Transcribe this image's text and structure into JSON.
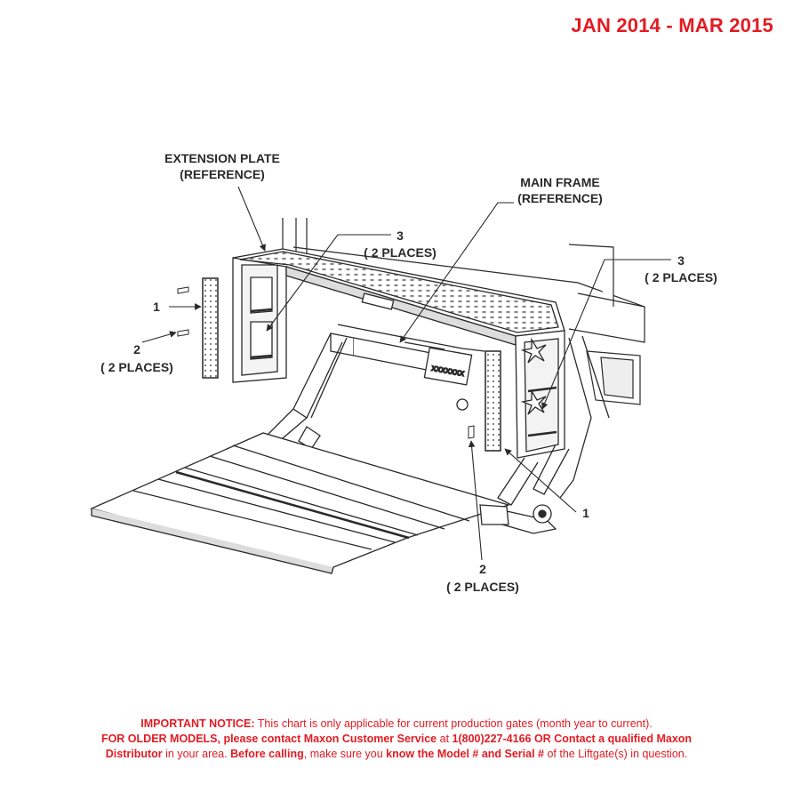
{
  "header": {
    "date_range": "JAN 2014 - MAR 2015"
  },
  "callouts": {
    "extension_plate": [
      "EXTENSION PLATE",
      "(REFERENCE)"
    ],
    "main_frame": [
      "MAIN FRAME",
      "(REFERENCE)"
    ],
    "item3_top": [
      "3",
      "( 2 PLACES)"
    ],
    "item3_right": [
      "3",
      "( 2 PLACES)"
    ],
    "item1_left": "1",
    "item2_left": [
      "2",
      "( 2 PLACES)"
    ],
    "item1_right": "1",
    "item2_bottom": [
      "2",
      "( 2 PLACES)"
    ]
  },
  "plate_label": "XXXXXXX",
  "notice": {
    "line1_bold": "IMPORTANT NOTICE:",
    "line1_rest": " This chart is only applicable for current production gates (month year to current).",
    "line2_bold_a": "FOR OLDER MODELS, please contact Maxon Customer Service",
    "line2_rest_a": " at ",
    "line2_bold_b": "1(800)227-4166 OR Contact a qualified Maxon",
    "line3_bold_a": "Distributor",
    "line3_rest_a": " in your area. ",
    "line3_bold_b": "Before calling",
    "line3_rest_b": ", make sure you ",
    "line3_bold_c": "know the Model # and Serial #",
    "line3_rest_c": " of the Liftgate(s) in question."
  },
  "colors": {
    "accent_red": "#e31b23",
    "line": "#2a2a2a"
  }
}
